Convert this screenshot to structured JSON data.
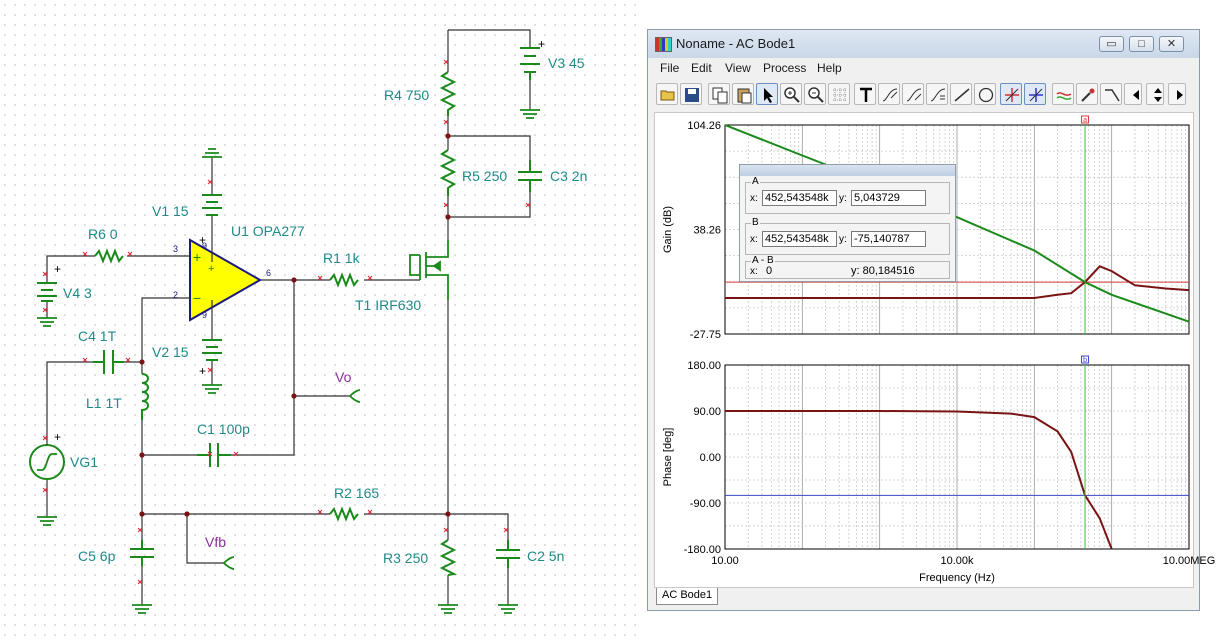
{
  "schematic": {
    "labels": {
      "r6": "R6 0",
      "v1": "V1 15",
      "u1": "U1 OPA277",
      "r1": "R1 1k",
      "v4": "V4 3",
      "c4": "C4 1T",
      "l1": "L1 1T",
      "v2": "V2 15",
      "t1": "T1 IRF630",
      "vo": "Vo",
      "c1": "C1 100p",
      "vg1": "VG1",
      "r2": "R2 165",
      "vfb": "Vfb",
      "c5": "C5 6p",
      "r3": "R3 250",
      "c2": "C2 5n",
      "r4": "R4 750",
      "v3": "V3 45",
      "r5": "R5 250",
      "c3": "C3 2n"
    },
    "pins": {
      "p3": "3",
      "p2": "2",
      "p6": "6",
      "p7": "9",
      "p4": "9"
    },
    "signs": {
      "plus": "+",
      "minus": "−"
    },
    "colors": {
      "component": "#1a8a1a",
      "opamp_fill": "#ffff00",
      "label": "#1f8a8a",
      "node_label": "#8b2f9b"
    }
  },
  "window": {
    "title": "Noname - AC Bode1",
    "controls": {
      "minimize": "▭",
      "maximize": "□",
      "close": "✕"
    },
    "menu": [
      "File",
      "Edit",
      "View",
      "Process",
      "Help"
    ],
    "tab": "AC Bode1",
    "toolbar_icons": [
      "open-folder-icon",
      "save-icon",
      "copy-icon",
      "paste-icon",
      "pointer-icon",
      "zoom-in-icon",
      "zoom-out-icon",
      "grid-icon",
      "text-icon",
      "draw-curve-icon",
      "draw-curve2-icon",
      "draw-curve3-icon",
      "line-icon",
      "circle-icon",
      "cursor-a-icon",
      "cursor-b-icon",
      "curve-sel-icon",
      "probe-icon",
      "slope-icon",
      "arrow-left-icon",
      "arrow-updown-icon",
      "arrow-right-icon"
    ]
  },
  "readout": {
    "a_label": "A",
    "b_label": "B",
    "ab_label": "A - B",
    "x_label": "x:",
    "y_label": "y:",
    "a_x": "452,543548k",
    "a_y": "5,043729",
    "b_x": "452,543548k",
    "b_y": "-75,140787",
    "ab_x": "0",
    "ab_y": "y: 80,184516"
  },
  "chart_data": [
    {
      "type": "line",
      "ylabel": "Gain (dB)",
      "x_scale": "log",
      "xlim": [
        10,
        10000000
      ],
      "ylim": [
        -27.75,
        104.26
      ],
      "ytick_labels": [
        "104.26",
        "38.26",
        "-27.75"
      ],
      "grid": true,
      "series": [
        {
          "color": "#1a8a1a",
          "x": [
            10,
            100,
            1000,
            10000,
            100000,
            452543.548,
            1000000,
            10000000
          ],
          "y": [
            104.26,
            85,
            66,
            46,
            25,
            5.04,
            -3,
            -20
          ]
        },
        {
          "color": "#7a1414",
          "x": [
            10,
            1000,
            10000,
            100000,
            200000,
            300000,
            452543.548,
            700000,
            1000000,
            2000000,
            5000000,
            10000000
          ],
          "y": [
            -5,
            -5,
            -5,
            -5,
            -3,
            -2,
            5,
            15,
            12,
            3,
            1,
            0
          ]
        }
      ],
      "cursors": {
        "a_x": 452543.548,
        "b_x": 452543.548,
        "a_level": 5.04,
        "a_marker": "a",
        "b_marker": "b"
      }
    },
    {
      "type": "line",
      "ylabel": "Phase [deg]",
      "xlabel": "Frequency (Hz)",
      "x_scale": "log",
      "xlim": [
        10,
        10000000
      ],
      "ylim": [
        -180,
        180
      ],
      "ytick_labels": [
        "180.00",
        "90.00",
        "0.00",
        "-90.00",
        "-180.00"
      ],
      "xtick_labels": [
        "10.00",
        "10.00k",
        "10.00MEG"
      ],
      "grid": true,
      "series": [
        {
          "color": "#7a1414",
          "x": [
            10,
            1000,
            10000,
            50000,
            100000,
            200000,
            300000,
            452543.548,
            700000,
            1000000
          ],
          "y": [
            90,
            90,
            89,
            85,
            78,
            50,
            10,
            -75,
            -120,
            -180
          ]
        }
      ],
      "cursors": {
        "b_x": 452543.548,
        "b_level": -75.14,
        "b_marker": "b"
      }
    }
  ]
}
